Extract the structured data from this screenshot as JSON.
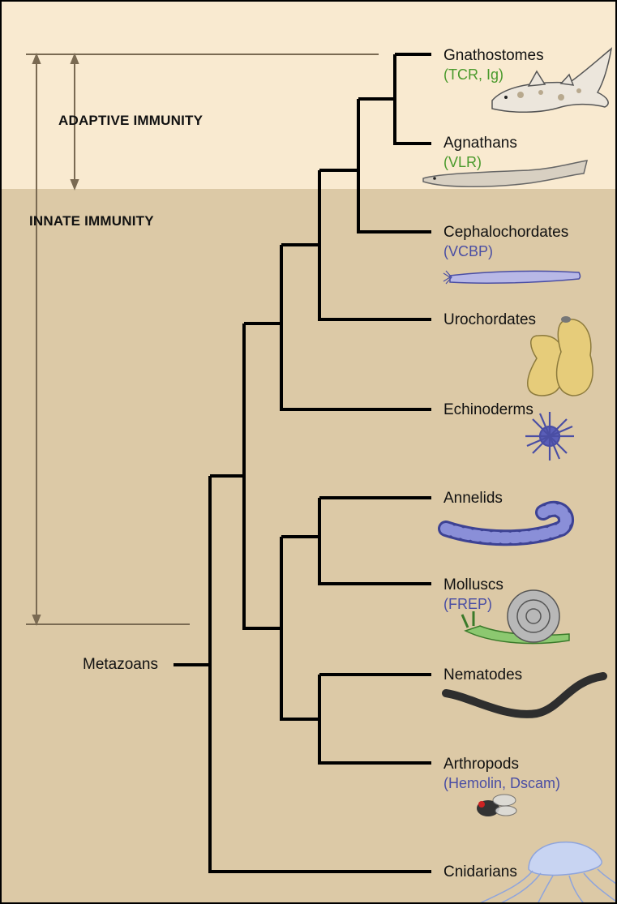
{
  "zones": {
    "adaptive": "ADAPTIVE IMMUNITY",
    "innate": "INNATE IMMUNITY"
  },
  "root_label": "Metazoans",
  "taxa": [
    {
      "name": "Gnathostomes",
      "molecules": "(TCR, Ig)",
      "molecule_color": "green",
      "icon": "shark-icon"
    },
    {
      "name": "Agnathans",
      "molecules": "(VLR)",
      "molecule_color": "green",
      "icon": "lamprey-icon"
    },
    {
      "name": "Cephalochordates",
      "molecules": "(VCBP)",
      "molecule_color": "blue",
      "icon": "lancelet-icon"
    },
    {
      "name": "Urochordates",
      "molecules": "",
      "icon": "sea-squirt-icon"
    },
    {
      "name": "Echinoderms",
      "molecules": "",
      "icon": "sea-urchin-icon"
    },
    {
      "name": "Annelids",
      "molecules": "",
      "icon": "worm-icon"
    },
    {
      "name": "Molluscs",
      "molecules": "(FREP)",
      "molecule_color": "blue",
      "icon": "snail-icon"
    },
    {
      "name": "Nematodes",
      "molecules": "",
      "icon": "nematode-icon"
    },
    {
      "name": "Arthropods",
      "molecules": "(Hemolin, Dscam)",
      "molecule_color": "blue",
      "icon": "fly-icon"
    },
    {
      "name": "Cnidarians",
      "molecules": "",
      "icon": "jellyfish-icon"
    }
  ],
  "colors": {
    "adaptive_band": "#f9ead0",
    "innate_background": "#dcc9a6",
    "molecule_green": "#4a9a2c",
    "molecule_blue": "#4a4ea4",
    "arrow": "#7a6a52"
  }
}
